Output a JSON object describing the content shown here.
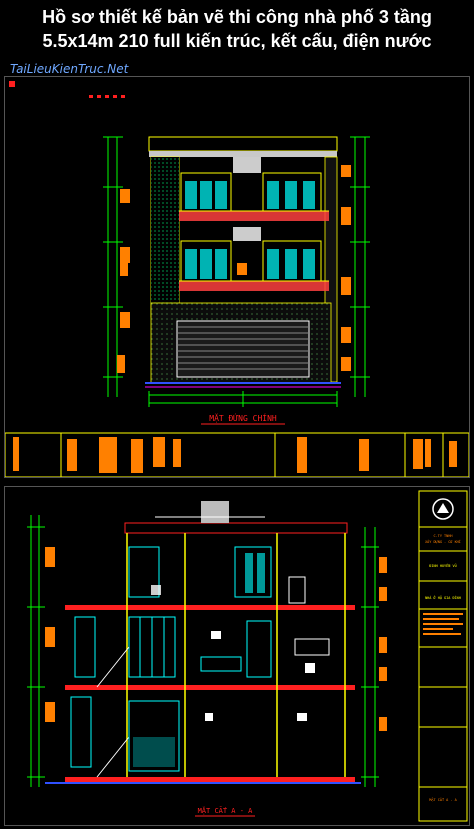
{
  "header": {
    "title_line1": "Hồ sơ thiết kế bản vẽ thi công nhà phố 3 tầng",
    "title_line2": "5.5x14m 210 full kiến trúc, kết cấu, điện nước",
    "watermark": "TaiLieuKienTruc.Net"
  },
  "drawing_top": {
    "label": "MẶT ĐỨNG CHÍNH"
  },
  "drawing_bottom": {
    "label": "MẶT CẮT A - A",
    "title_block": {
      "company": "C.TY TNHH",
      "company2": "XÂY DỰNG - CƠ KHÍ",
      "owner": "ĐINH HUYỀN VŨ",
      "project": "NHÀ Ở HỘ GIA ĐÌNH",
      "sheet": "MẶT CẮT A - A"
    }
  },
  "colors": {
    "background": "#000000",
    "title_text": "#ffffff",
    "cad_yellow": "#ffff00",
    "cad_orange": "#ff8000",
    "cad_cyan": "#00ffff",
    "cad_red": "#ff2020",
    "cad_green": "#00ff00",
    "cad_magenta": "#ff00ff",
    "cad_blue": "#3050ff"
  }
}
